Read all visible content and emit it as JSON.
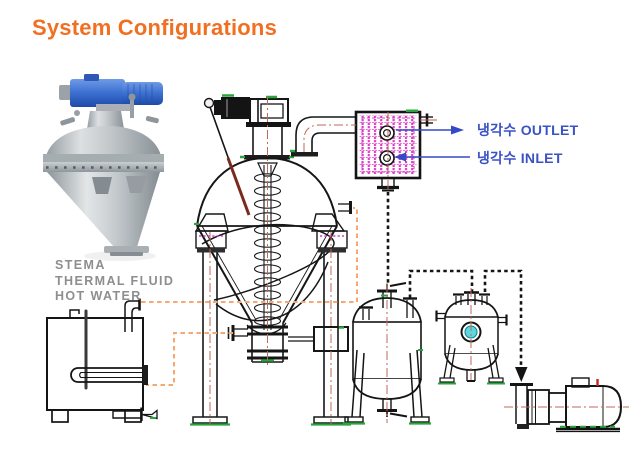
{
  "title": "System Configurations",
  "labels": {
    "cooling_water_outlet": "냉각수 OUTLET",
    "cooling_water_inlet": "냉각수 INLET"
  },
  "hot_water_unit": {
    "line1": "STEMA",
    "line2": "THERMAL FLUID",
    "line3": "HOT WATER"
  },
  "colors": {
    "title_orange": "#f26f21",
    "label_blue": "#3a52c4",
    "annotation_gray": "#8e8e8e",
    "hot_water_line_orange": "#f4a975",
    "vacuum_line_black": "#151515",
    "condenser_grid_magenta": "#df3fc6",
    "centerline_red": "#bd6a58",
    "accent_green": "#2aa43c",
    "photo_motor_blue": "#3b6fd0",
    "steel_gray": "#b9bec2"
  }
}
